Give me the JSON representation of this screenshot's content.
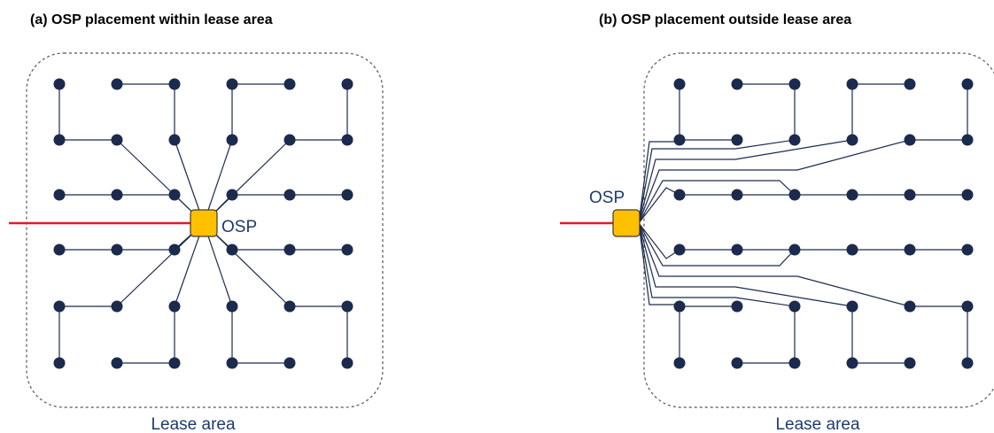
{
  "colors": {
    "node": "#1b2a4d",
    "cable": "#1b2a4d",
    "export_cable": "#e01b24",
    "osp_fill": "#ffc000",
    "osp_stroke": "#3a3a3a",
    "boundary": "#555555",
    "label": "#1f3a6e"
  },
  "panel_a": {
    "title": "(a)  OSP placement within lease area",
    "area_label": "Lease area",
    "osp_label": "OSP"
  },
  "panel_b": {
    "title": "(b)  OSP placement outside lease area",
    "area_label": "Lease area",
    "osp_label": "OSP"
  }
}
